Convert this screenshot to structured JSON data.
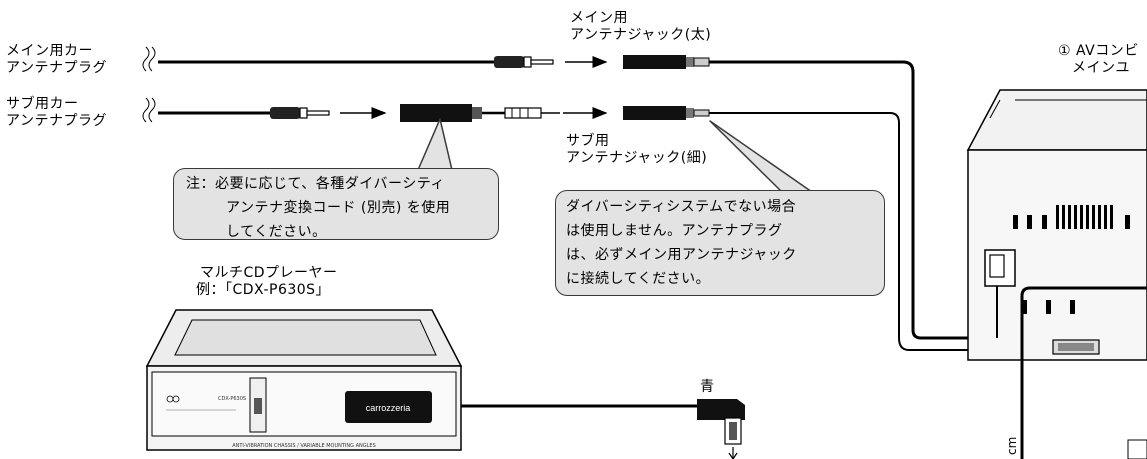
{
  "labels": {
    "main_plug_line1": "メイン用カー",
    "main_plug_line2": "アンテナプラグ",
    "sub_plug_line1": "サブ用カー",
    "sub_plug_line2": "アンテナプラグ",
    "main_jack_line1": "メイン用",
    "main_jack_line2": "アンテナジャック(太)",
    "sub_jack_line1": "サブ用",
    "sub_jack_line2": "アンテナジャック(細)",
    "av_unit_line1": "① AVコンビ",
    "av_unit_line2": "メインユ",
    "cd_player_line1": "マルチCDプレーヤー",
    "cd_player_line2": "例：「CDX-P630S」",
    "blue_label": "青",
    "cm_label": "cm"
  },
  "notes": {
    "left_note": [
      "注：必要に応じて、各種ダイバーシティ",
      "アンテナ変換コード (別売) を使用",
      "してください。"
    ],
    "right_note": [
      "ダイバーシティシステムでない場合",
      "は使用しません。アンテナプラグ",
      "は、必ずメイン用アンテナジャック",
      "に接続してください。"
    ]
  },
  "device": {
    "brand_display": "carrozzeria",
    "model_small": "CDX-P630S",
    "bottom_strip": "ANTI-VIBRATION CHASSIS / VARIABLE MOUNTING ANGLES"
  }
}
